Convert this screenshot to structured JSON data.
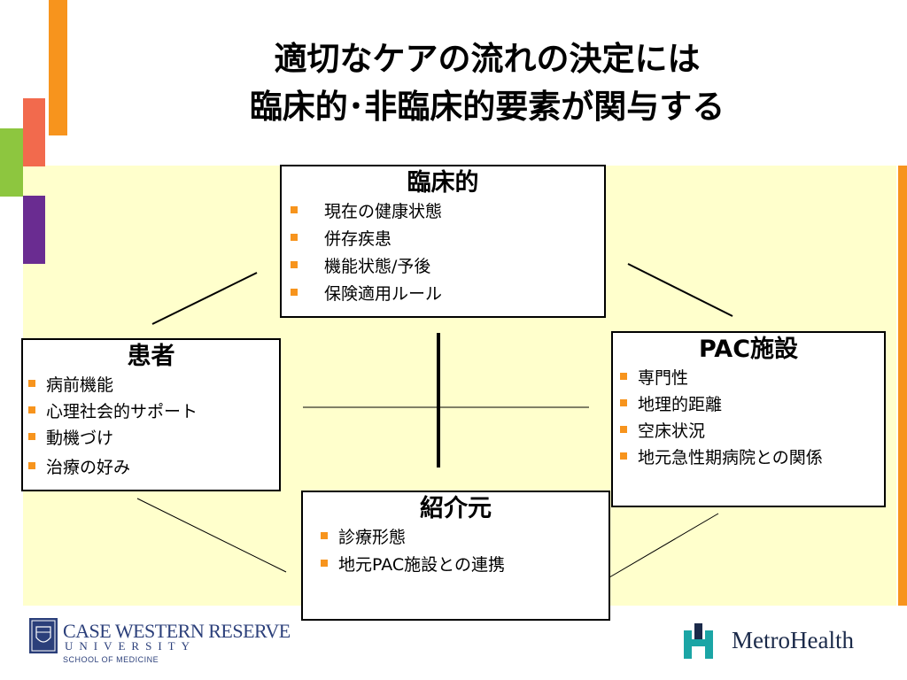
{
  "title": {
    "line1": "適切なケアの流れの決定には",
    "line2": "臨床的･非臨床的要素が関与する"
  },
  "boxes": {
    "clinical": {
      "title": "臨床的",
      "items": [
        "現在の健康状態",
        "併存疾患",
        "機能状態/予後",
        "保険適用ルール"
      ]
    },
    "patient": {
      "title": "患者",
      "items": [
        "病前機能",
        "心理社会的サポート",
        "動機づけ",
        "治療の好み"
      ]
    },
    "pac": {
      "title": "PAC施設",
      "items": [
        "専門性",
        "地理的距離",
        "空床状況",
        "地元急性期病院との関係"
      ]
    },
    "referral": {
      "title": "紹介元",
      "items": [
        "診療形態",
        "地元PAC施設との連携"
      ]
    }
  },
  "logos": {
    "cwru": {
      "name": "CASE WESTERN RESERVE",
      "university": "UNIVERSITY",
      "school": "SCHOOL OF MEDICINE"
    },
    "metro": {
      "name": "MetroHealth"
    }
  },
  "colors": {
    "background_panel": "#ffffcc",
    "accent_orange": "#f7941d",
    "accent_red": "#f26a4d",
    "accent_green": "#8dc63f",
    "accent_purple": "#6a2c91",
    "cwru_blue": "#2b3f7a",
    "metro_teal": "#1ba5a5"
  }
}
